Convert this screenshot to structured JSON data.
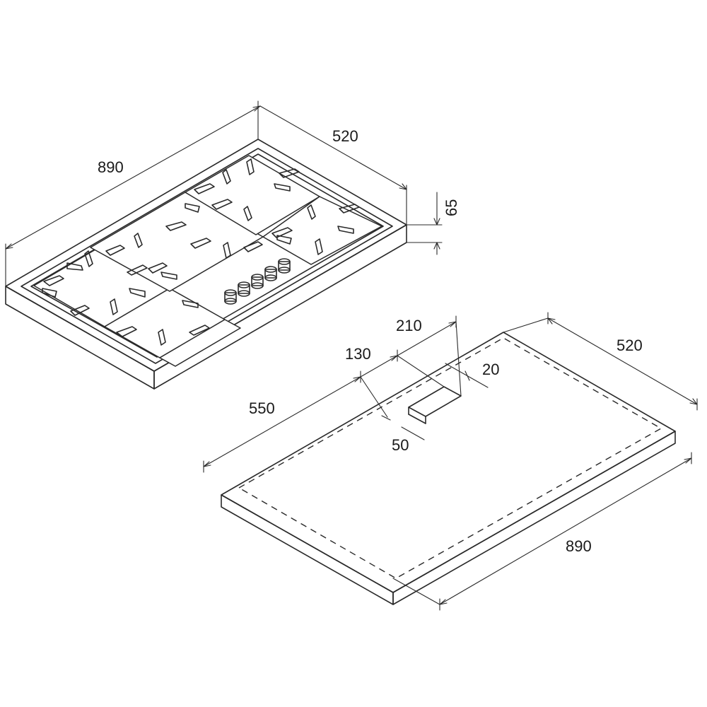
{
  "hob": {
    "width_label": "890",
    "depth_label": "520",
    "height_label": "65"
  },
  "cutout": {
    "width_label": "890",
    "depth_label": "520",
    "front_offset_label": "550",
    "slot_offset_label": "130",
    "slot_span_label": "210",
    "slot_depth_label": "20",
    "slot_width_label": "50"
  }
}
